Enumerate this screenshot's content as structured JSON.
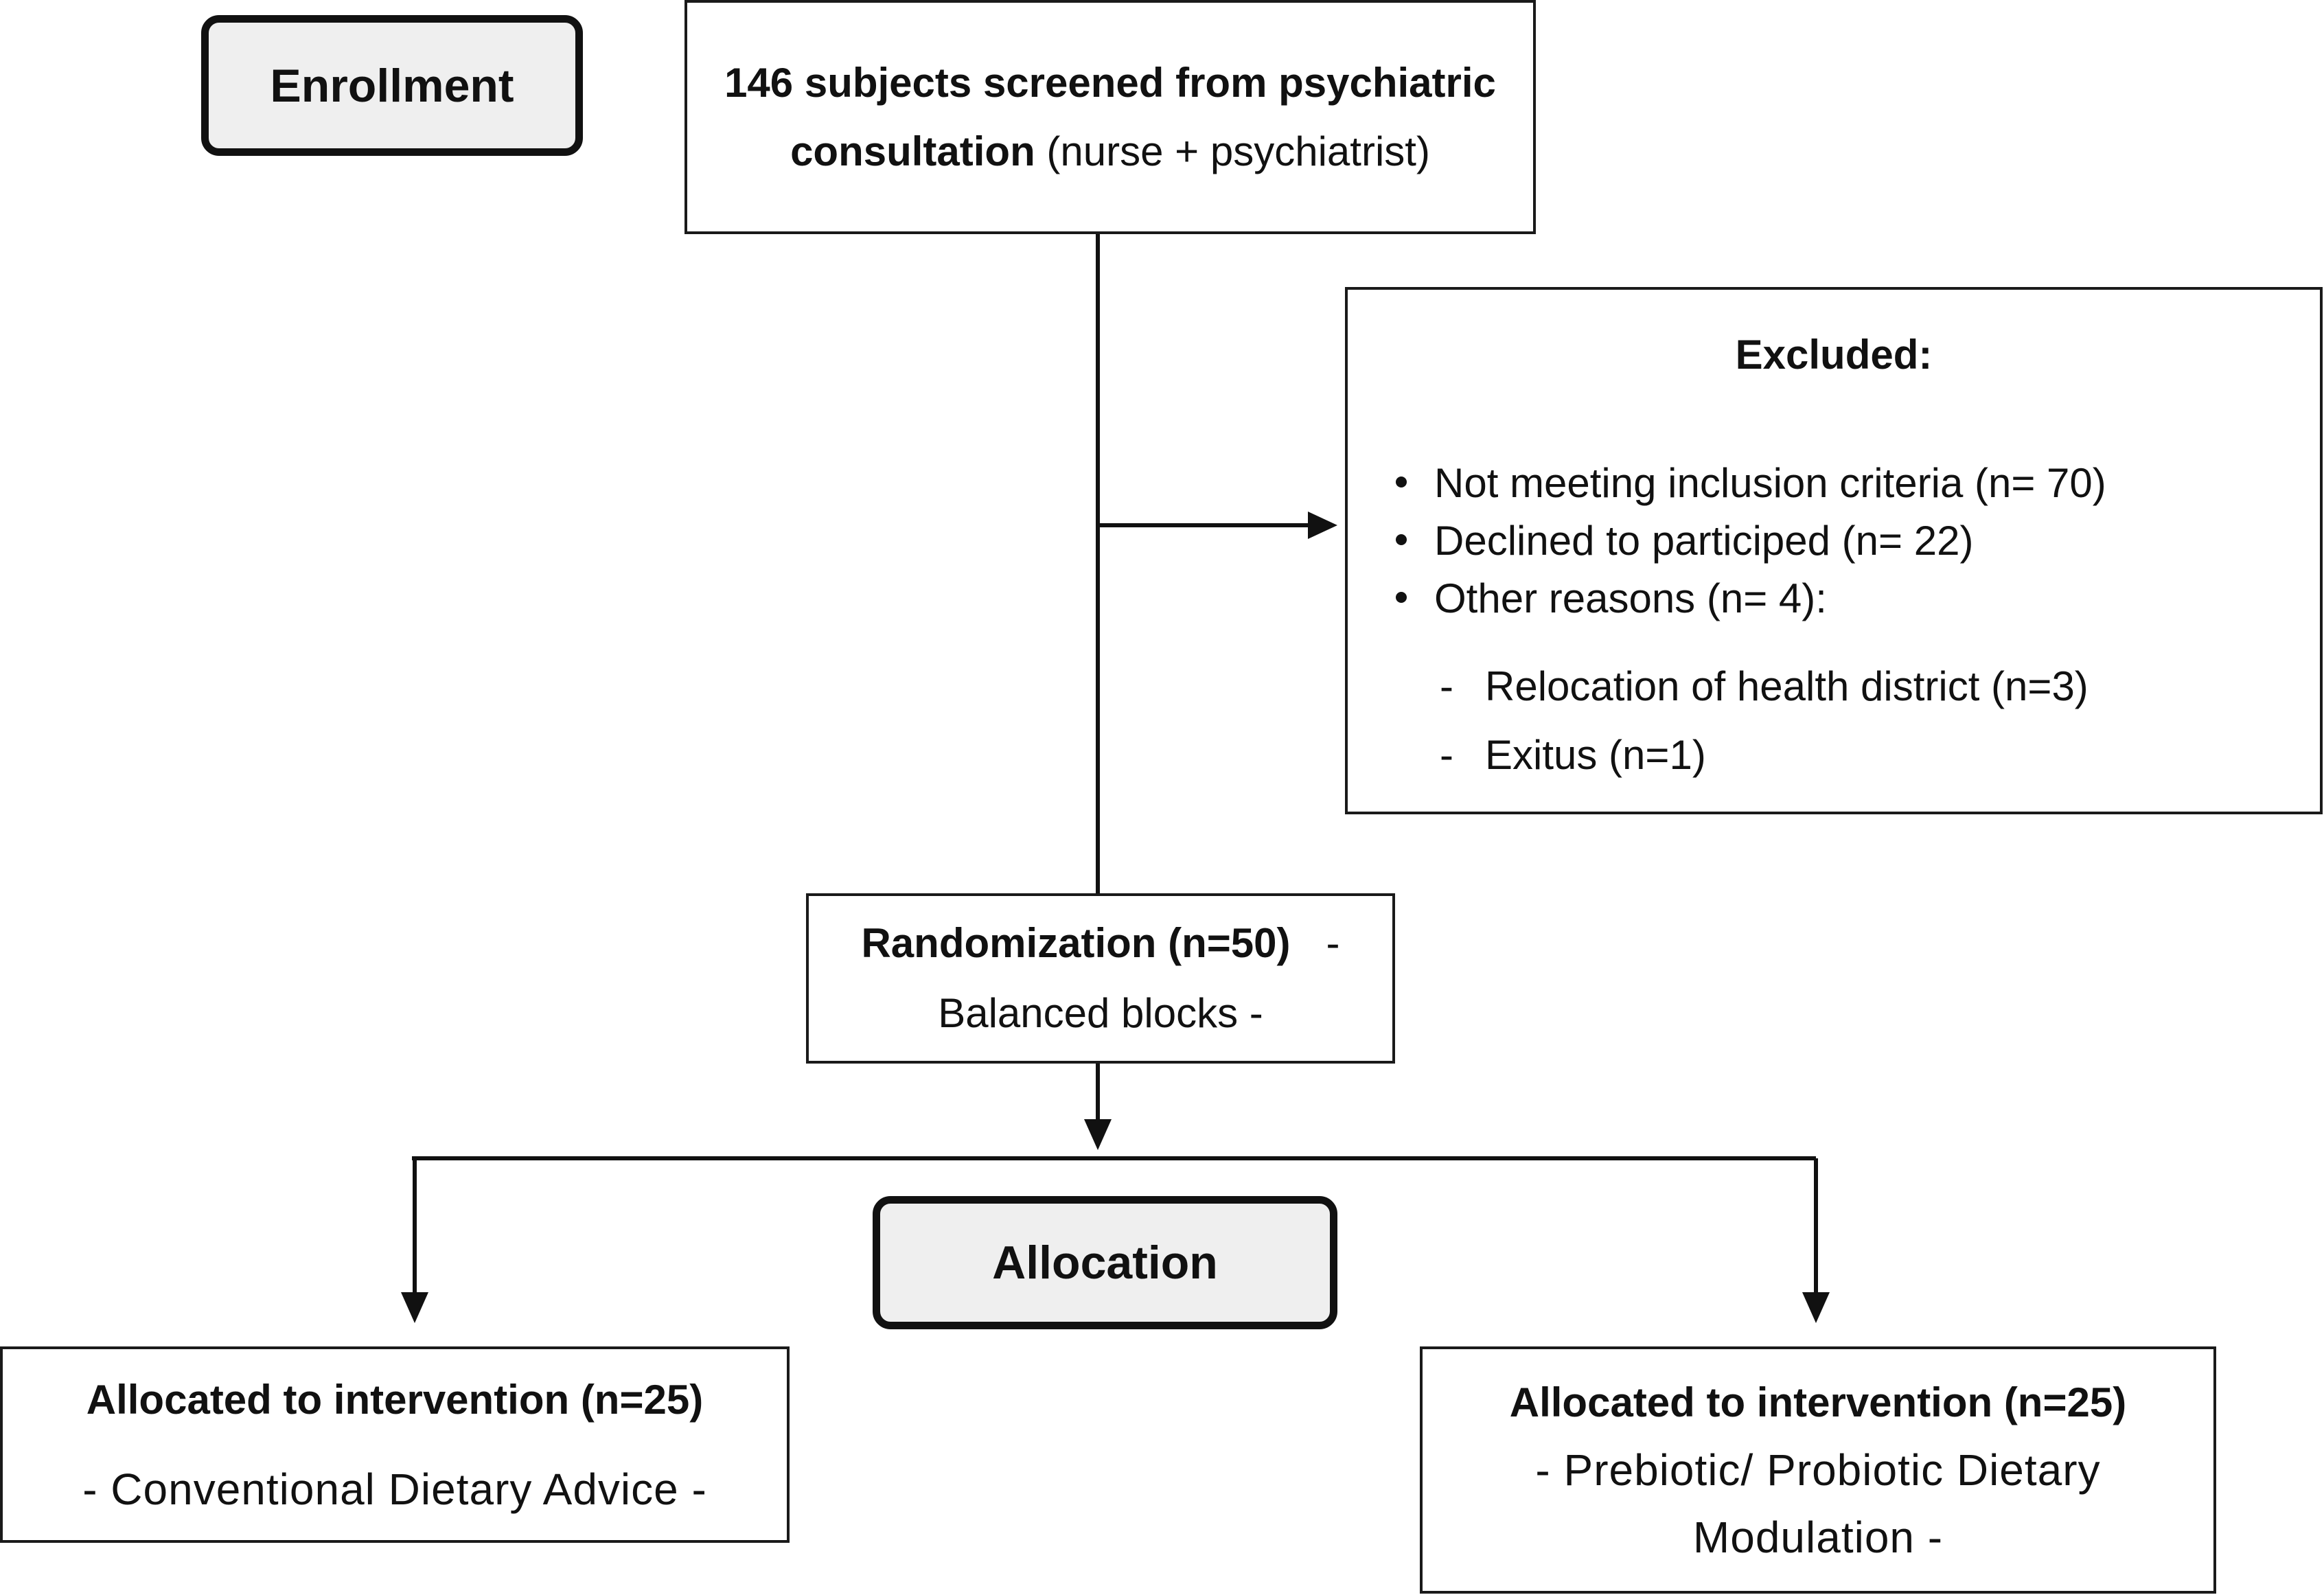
{
  "stages": {
    "enrollment": "Enrollment",
    "allocation": "Allocation"
  },
  "screened": {
    "bold": "146 subjects screened from psychiatric consultation",
    "normal": " (nurse + psychiatrist)"
  },
  "excluded": {
    "title": "Excluded:",
    "items": [
      "Not meeting inclusion criteria (n= 70)",
      "Declined to participed (n= 22)",
      "Other reasons (n= 4):"
    ],
    "dash": "-",
    "subitems": [
      "Relocation of health district (n=3)",
      "Exitus (n=1)"
    ]
  },
  "randomization": {
    "bold": "Randomization (n=50)",
    "line1_suffix": "-",
    "line2": "Balanced blocks -"
  },
  "groups": [
    {
      "title": "Allocated to intervention (n=25)",
      "desc": "- Conventional Dietary Advice -"
    },
    {
      "title": "Allocated to intervention (n=25)",
      "desc": "- Prebiotic/ Probiotic Dietary Modulation -"
    }
  ]
}
